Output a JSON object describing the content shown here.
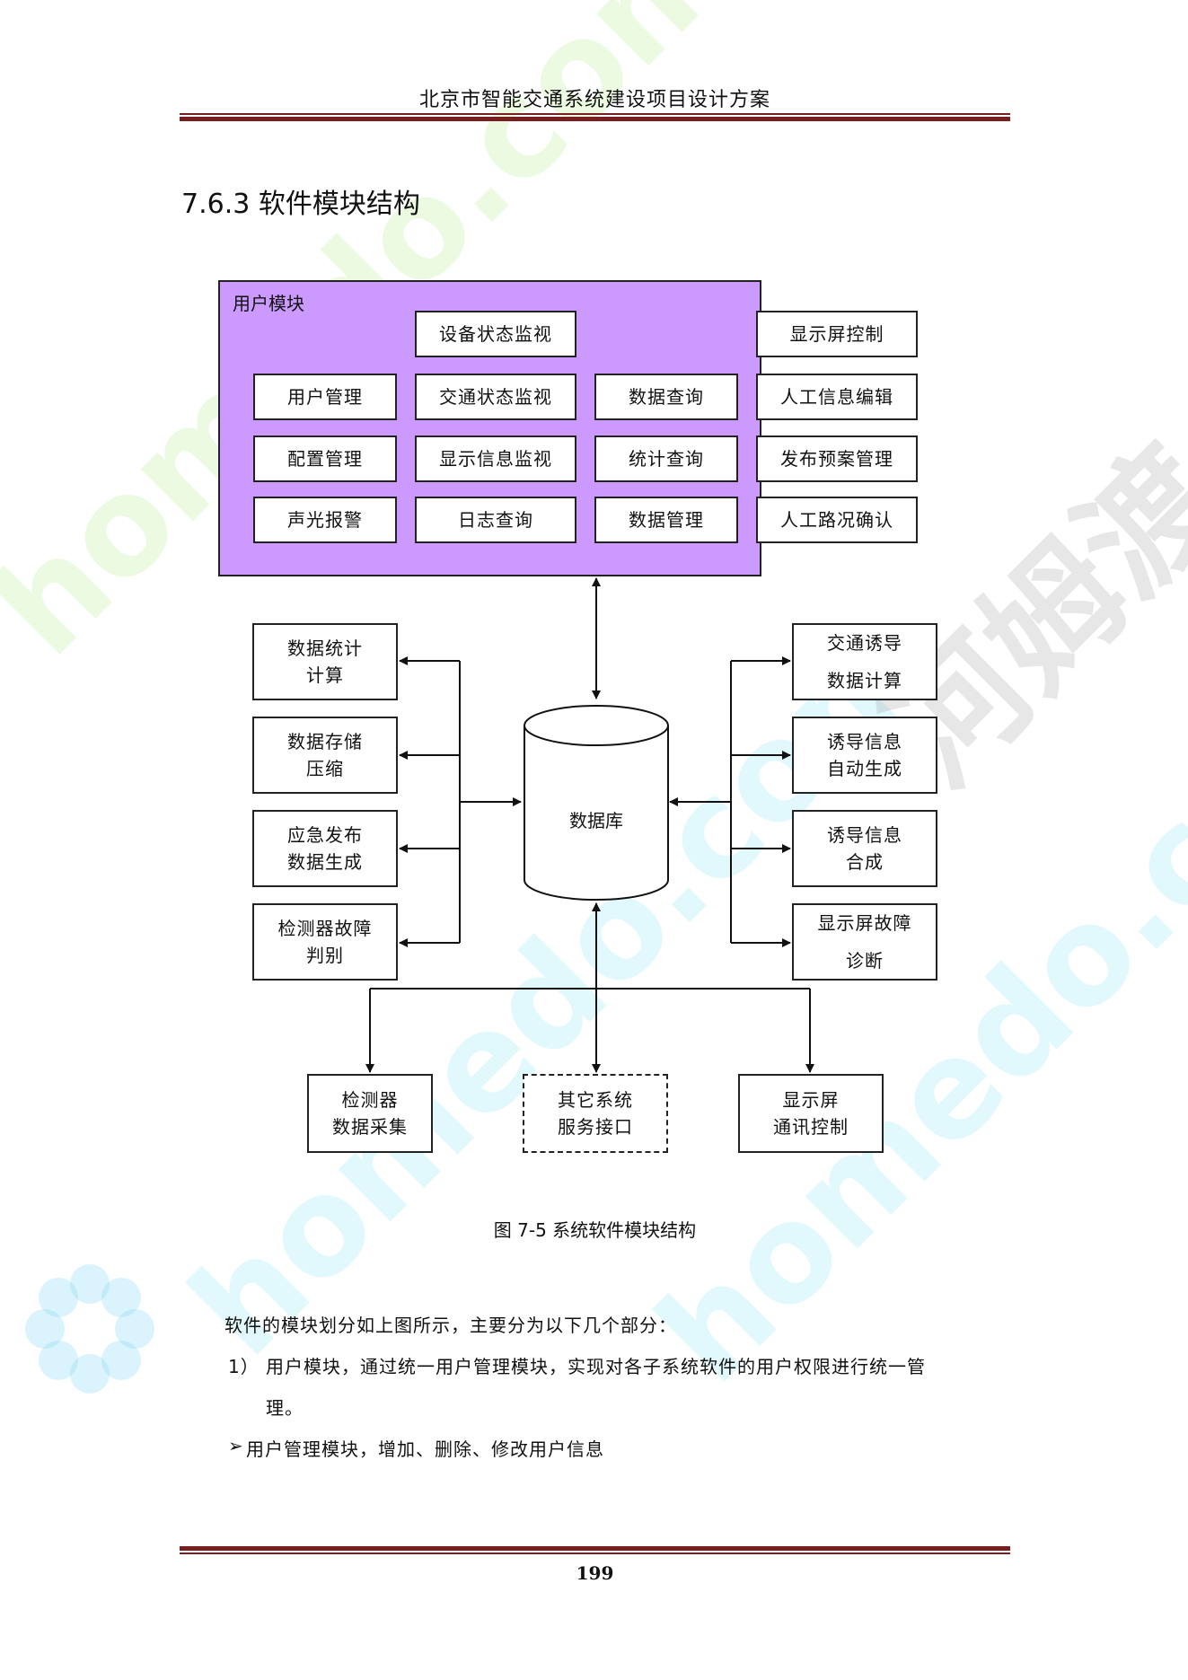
{
  "header": {
    "title": "北京市智能交通系统建设项目设计方案"
  },
  "section": {
    "title": "7.6.3 软件模块结构"
  },
  "diagram": {
    "user_module_label": "用户模块",
    "user_modules": [
      "设备状态监视",
      "显示屏控制",
      "用户管理",
      "交通状态监视",
      "数据查询",
      "人工信息编辑",
      "配置管理",
      "显示信息监视",
      "统计查询",
      "发布预案管理",
      "声光报警",
      "日志查询",
      "数据管理",
      "人工路况确认"
    ],
    "left_modules": [
      "数据统计\n计算",
      "数据存储\n压缩",
      "应急发布\n数据生成",
      "检测器故障\n判别"
    ],
    "right_modules": [
      "交通诱导\n数据计算",
      "诱导信息\n自动生成",
      "诱导信息\n合成",
      "显示屏故障\n诊断"
    ],
    "database_label": "数据库",
    "bottom_modules": [
      "检测器\n数据采集",
      "其它系统\n服务接口",
      "显示屏\n通讯控制"
    ],
    "caption": "图 7-5 系统软件模块结构"
  },
  "body": {
    "intro": "软件的模块划分如上图所示，主要分为以下几个部分：",
    "item1_number": "1）",
    "item1_line1": "用户模块，通过统一用户管理模块，实现对各子系统软件的用户权限进行统一管",
    "item1_line2": "理。",
    "bullet_marker": "➢",
    "bullet1": "用户管理模块，增加、删除、修改用户信息"
  },
  "watermarks": [
    "homedo.com",
    "河姆渡"
  ],
  "footer": {
    "page_number": "199"
  },
  "colors": {
    "rule": "#7a1f1f",
    "user_module_fill": "#cc99ff"
  }
}
